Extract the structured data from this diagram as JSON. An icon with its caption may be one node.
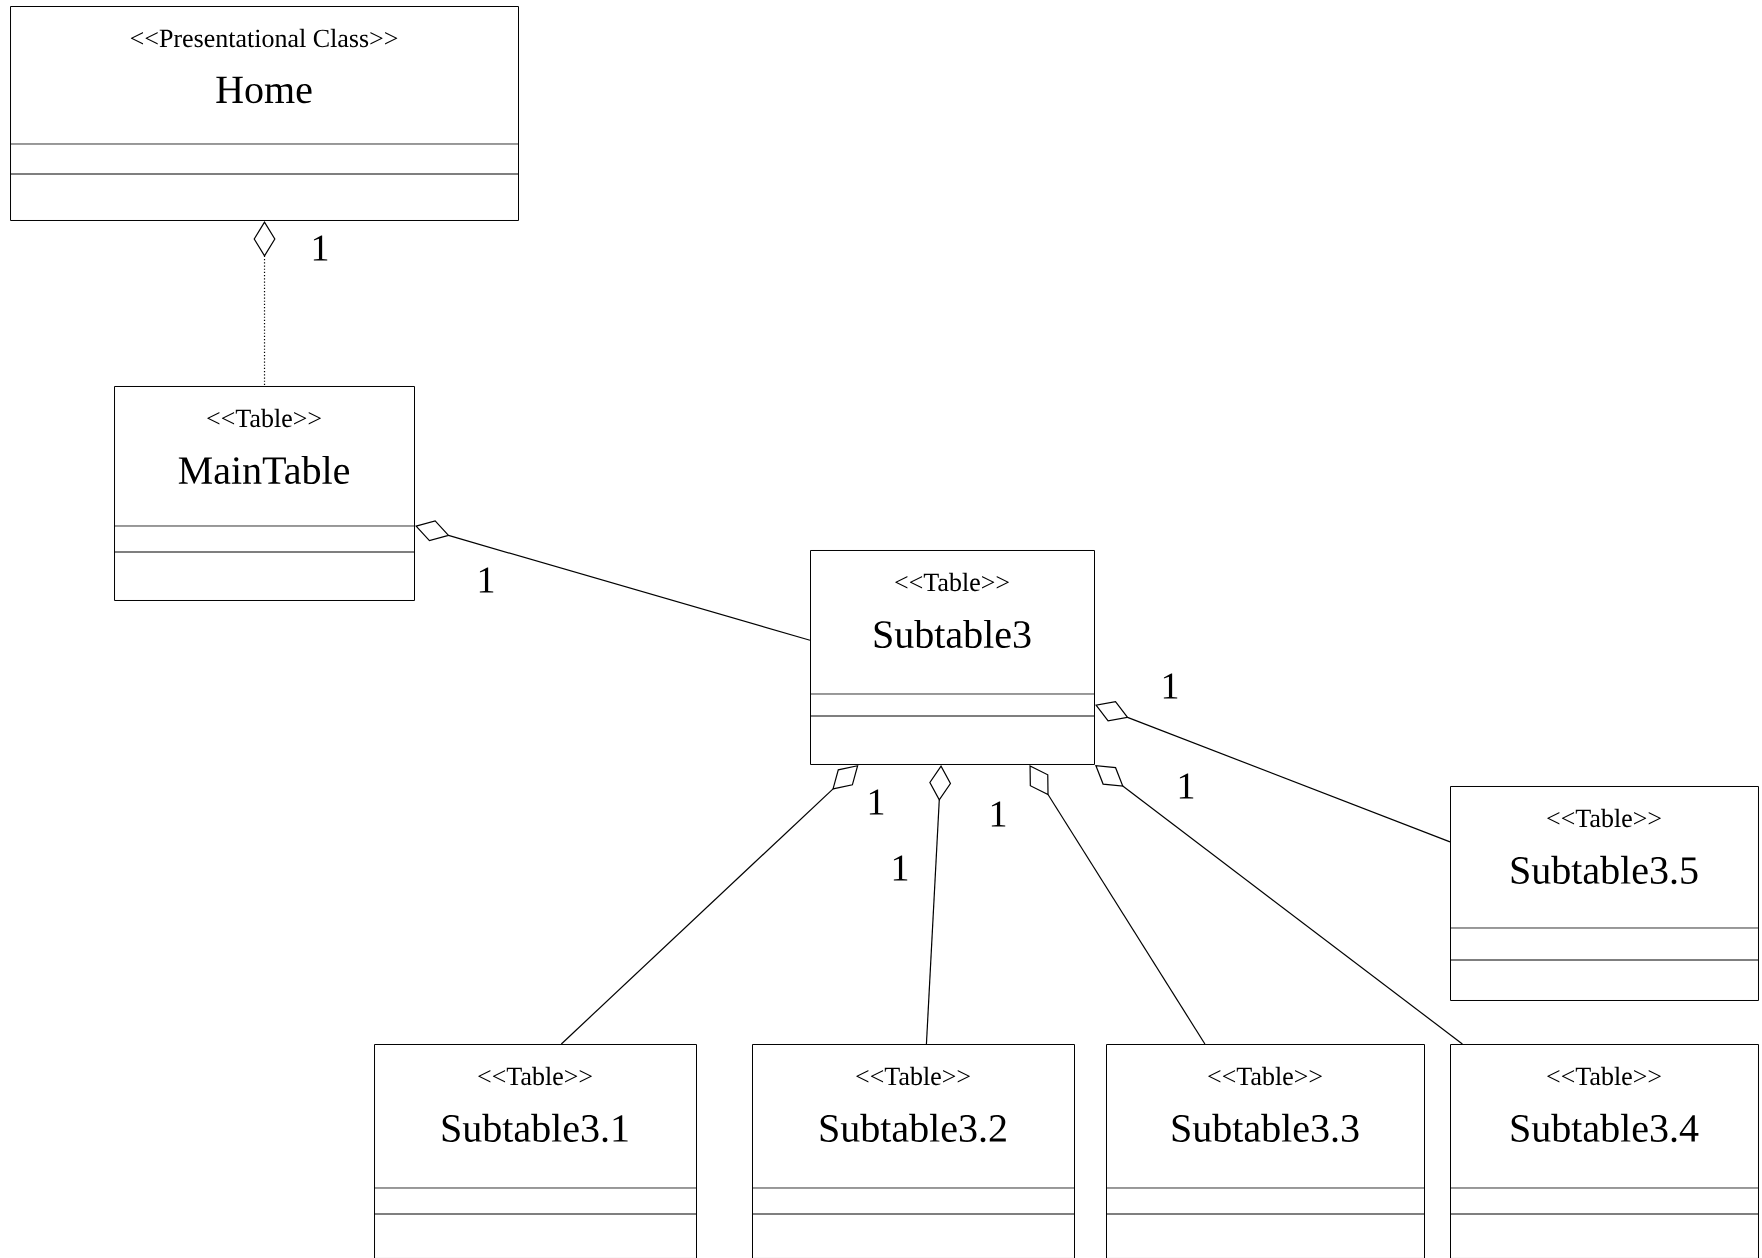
{
  "diagram": {
    "nodes": [
      {
        "text": [
          "<<Presentational Class>>",
          "Home"
        ]
      },
      {
        "text": [
          "<<Table>>",
          "MainTable"
        ]
      },
      {
        "text": [
          "<<Table>>",
          "Subtable3"
        ]
      },
      {
        "text": [
          "<<Table>>",
          "Subtable3.5"
        ]
      },
      {
        "text": [
          "<<Table>>",
          "Subtable3.1"
        ]
      },
      {
        "text": [
          "<<Table>>",
          "Subtable3.2"
        ]
      },
      {
        "text": [
          "<<Table>>",
          "Subtable3.3"
        ]
      },
      {
        "text": [
          "<<Table>>",
          "Subtable3.4"
        ]
      }
    ],
    "edges": [
      {
        "from": 0,
        "to": 1,
        "arrow": "other",
        "label": "1",
        "style": "dashed"
      },
      {
        "from": 1,
        "to": 2,
        "arrow": "other",
        "label": "1"
      },
      {
        "from": 2,
        "to": 3,
        "arrow": "other",
        "label": "1"
      },
      {
        "from": 2,
        "to": 4,
        "arrow": "other",
        "label": "1"
      },
      {
        "from": 2,
        "to": 5,
        "arrow": "other",
        "label": "1"
      },
      {
        "from": 2,
        "to": 6,
        "arrow": "other",
        "label": "1"
      },
      {
        "from": 2,
        "to": 7,
        "arrow": "other",
        "label": "1"
      }
    ]
  }
}
